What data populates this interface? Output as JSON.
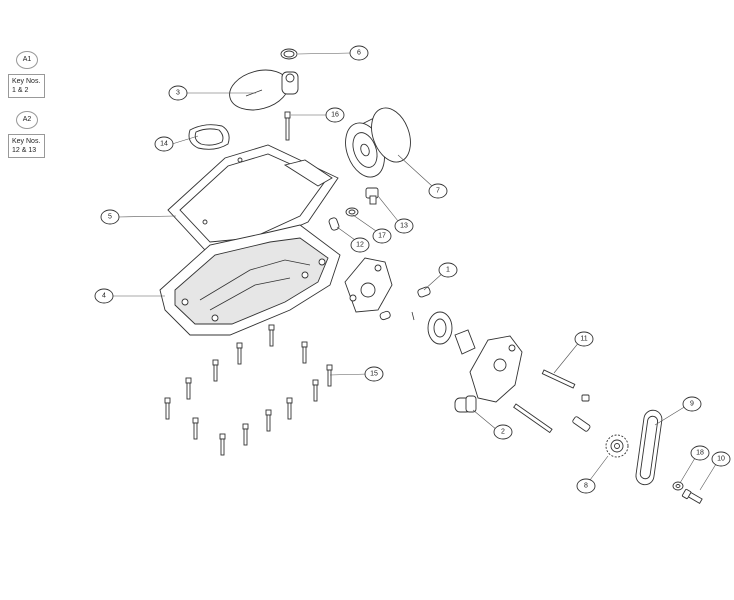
{
  "legend": [
    {
      "tag": "A1",
      "line1": "Key Nos.",
      "line2": "1 & 2"
    },
    {
      "tag": "A2",
      "line1": "Key Nos.",
      "line2": "12 & 13"
    }
  ],
  "callouts": {
    "c1": "1",
    "c2": "2",
    "c3": "3",
    "c4": "4",
    "c5": "5",
    "c6": "6",
    "c7": "7",
    "c8": "8",
    "c9": "9",
    "c10": "10",
    "c11": "11",
    "c12": "12",
    "c13": "13",
    "c14": "14",
    "c15": "15",
    "c16": "16",
    "c17": "17",
    "c18": "18"
  }
}
